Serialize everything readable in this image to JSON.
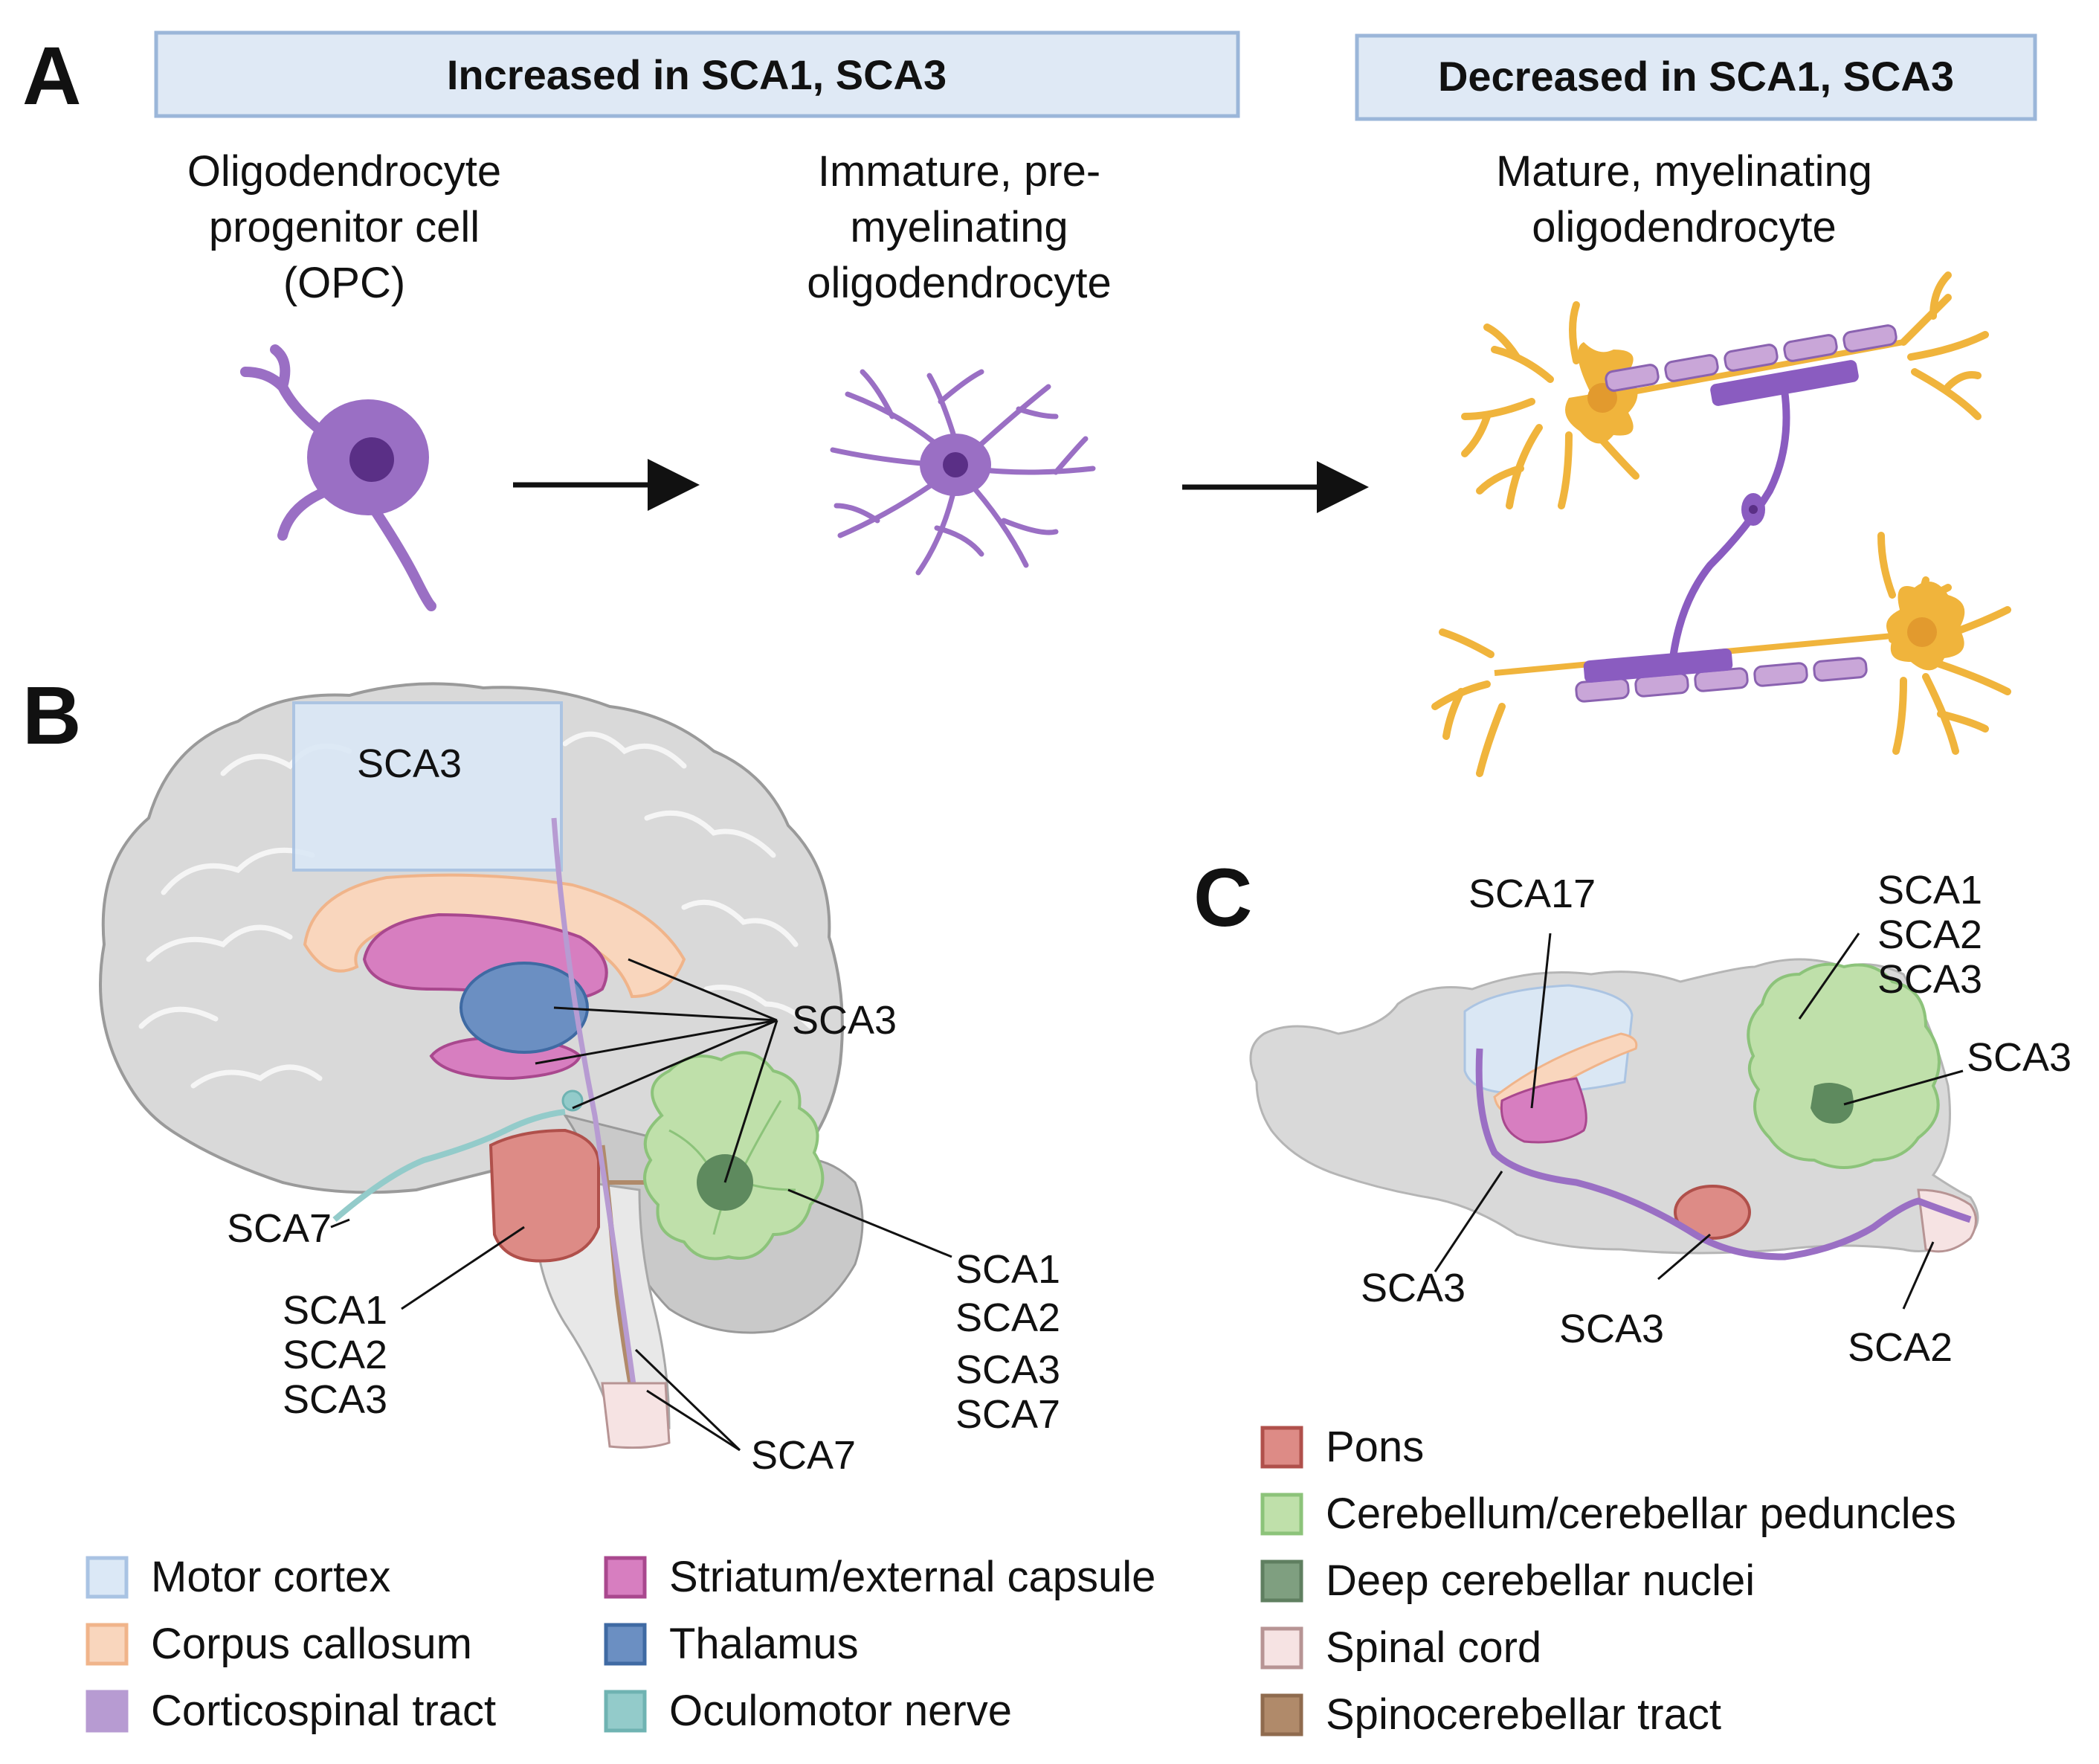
{
  "panels": {
    "a": "A",
    "b": "B",
    "c": "C"
  },
  "panel_a": {
    "banner_increased": "Increased in SCA1, SCA3",
    "banner_decreased": "Decreased in SCA1, SCA3",
    "stage1": [
      "Oligodendrocyte",
      "progenitor cell",
      "(OPC)"
    ],
    "stage2": [
      "Immature, pre-",
      "myelinating",
      "oligodendrocyte"
    ],
    "stage3": [
      "Mature, myelinating",
      "oligodendrocyte"
    ]
  },
  "panel_b": {
    "motor_cortex_label": "SCA3",
    "center_label": "SCA3",
    "oculomotor_label": "SCA7",
    "pons_labels": [
      "SCA1",
      "SCA2",
      "SCA3"
    ],
    "cerebellum_labels": [
      "SCA1",
      "SCA2",
      "SCA3",
      "SCA7"
    ],
    "tract_label": "SCA7"
  },
  "panel_c": {
    "striatum_label": "SCA17",
    "cerebellum_labels": [
      "SCA1",
      "SCA2",
      "SCA3"
    ],
    "dcn_label": "SCA3",
    "tract_label": "SCA3",
    "pons_label": "SCA3",
    "spinal_label": "SCA2"
  },
  "legend_b": [
    {
      "label": "Motor cortex",
      "fill": "#dbe8f6",
      "stroke": "#a9c3e3"
    },
    {
      "label": "Corpus callosum",
      "fill": "#f9d6bd",
      "stroke": "#f0b48a"
    },
    {
      "label": "Corticospinal tract",
      "fill": "#b79bd2",
      "stroke": "#b79bd2"
    },
    {
      "label": "Striatum/external capsule",
      "fill": "#d77ec0",
      "stroke": "#a9488e"
    },
    {
      "label": "Thalamus",
      "fill": "#6b8fc2",
      "stroke": "#3f6aa3"
    },
    {
      "label": "Oculomotor nerve",
      "fill": "#93cbca",
      "stroke": "#6fb3b2"
    }
  ],
  "legend_c": [
    {
      "label": "Pons",
      "fill": "#dd8b86",
      "stroke": "#b0504b"
    },
    {
      "label": "Cerebellum/cerebellar peduncles",
      "fill": "#bfe0aa",
      "stroke": "#8cc37a"
    },
    {
      "label": "Deep cerebellar nuclei",
      "fill": "#7f9f80",
      "stroke": "#5f7f60"
    },
    {
      "label": "Spinal cord",
      "fill": "#f6e3e3",
      "stroke": "#b79494"
    },
    {
      "label": "Spinocerebellar tract",
      "fill": "#b08a6a",
      "stroke": "#8f6b4e"
    }
  ]
}
